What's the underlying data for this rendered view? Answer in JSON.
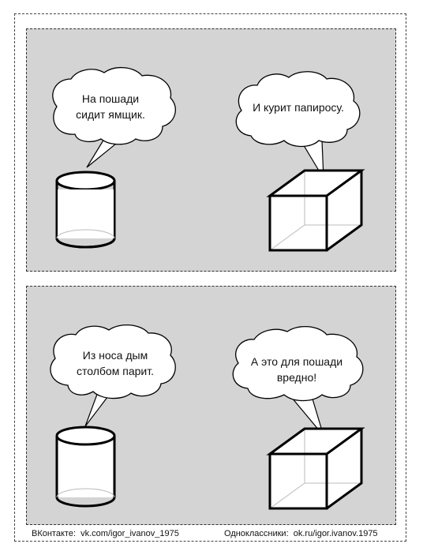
{
  "panels": [
    {
      "bubbles": [
        {
          "text": "На пошади\nсидит ямщик."
        },
        {
          "text": "И курит папиросу."
        }
      ]
    },
    {
      "bubbles": [
        {
          "text": "Из носа дым\nстолбом парит."
        },
        {
          "text": "А это для пошади\nвредно!"
        }
      ]
    }
  ],
  "footer": {
    "vk": "ВКонтакте:  vk.com/igor_ivanov_1975",
    "ok": "Одноклассники:  ok.ru/igor.ivanov.1975"
  }
}
